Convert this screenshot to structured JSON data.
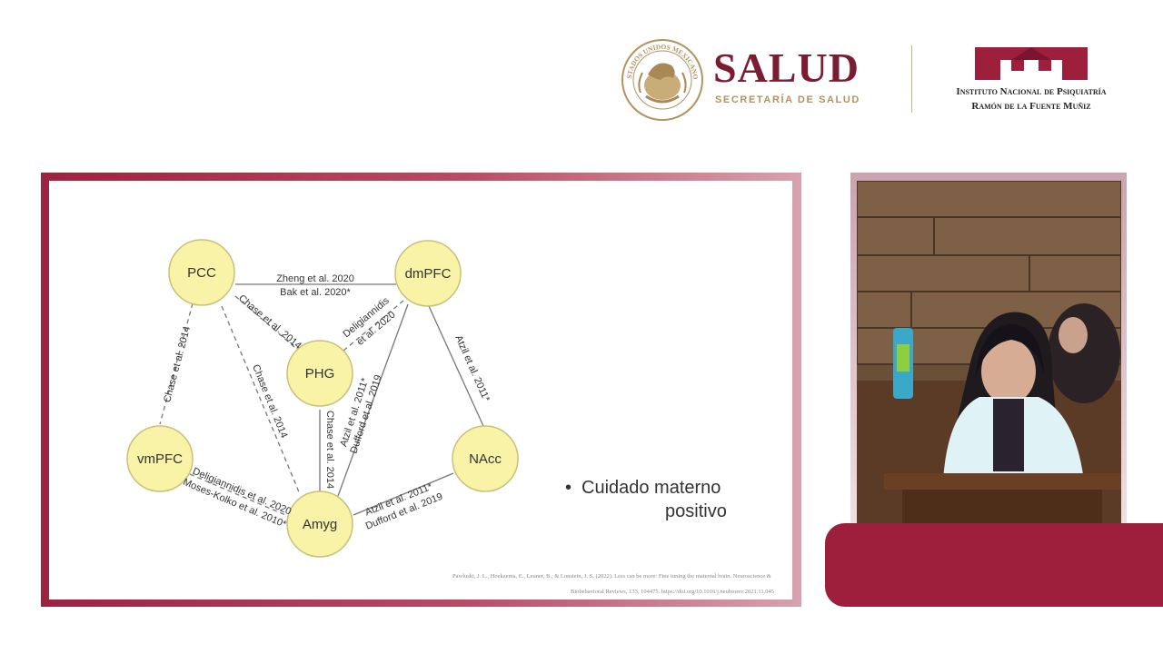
{
  "header": {
    "salud_title": "SALUD",
    "salud_subtitle": "SECRETARÍA DE SALUD",
    "seal_text": "ESTADOS UNIDOS MEXICANOS",
    "institute_line1": "Instituto Nacional de Psiquiatría",
    "institute_line2": "Ramón de la Fuente Muñiz"
  },
  "colors": {
    "brand_maroon": "#9d1f3c",
    "gold": "#b0935e",
    "node_fill": "#f8f3a6",
    "node_stroke": "#c7c27a"
  },
  "slide": {
    "nodes": {
      "pcc": "PCC",
      "dmpfc": "dmPFC",
      "phg": "PHG",
      "vmpfc": "vmPFC",
      "nacc": "NAcc",
      "amyg": "Amyg"
    },
    "edges": {
      "pcc_dmpfc_1": "Zheng et al. 2020",
      "pcc_dmpfc_2": "Bak et al. 2020*",
      "pcc_phg": "Chase et al. 2014",
      "phg_dmpfc_1": "Deligiannidis",
      "phg_dmpfc_2": "et al. 2020",
      "pcc_vmpfc": "Chase et al. 2014",
      "pcc_amyg": "Chase et al. 2014",
      "dmpfc_nacc": "Atzil et al. 2011*",
      "dmpfc_amyg_1": "Atzil et al. 2011*",
      "dmpfc_amyg_2": "Dufford et al. 2019",
      "phg_amyg": "Chase et al. 2014",
      "vmpfc_amyg_1": "Deligiannidis et al. 2020",
      "vmpfc_amyg_2": "Moses-Kolko et al. 2010*",
      "nacc_amyg_1": "Atzil et al. 2011*",
      "nacc_amyg_2": "Dufford et al. 2019"
    },
    "bullet_line1": "Cuidado materno",
    "bullet_line2": "positivo",
    "bullet_symbol": "•",
    "reference_line1": "Pawluski, J. L., Hoekzema, E., Leuner, B., & Lonstein, J. S. (2022). Less can be more: Fine tuning the maternal brain. Neuroscience &",
    "reference_line2": "Biobehavioral Reviews, 133, 104475. https://doi.org/10.1016/j.neubiorev.2021.11.045"
  }
}
